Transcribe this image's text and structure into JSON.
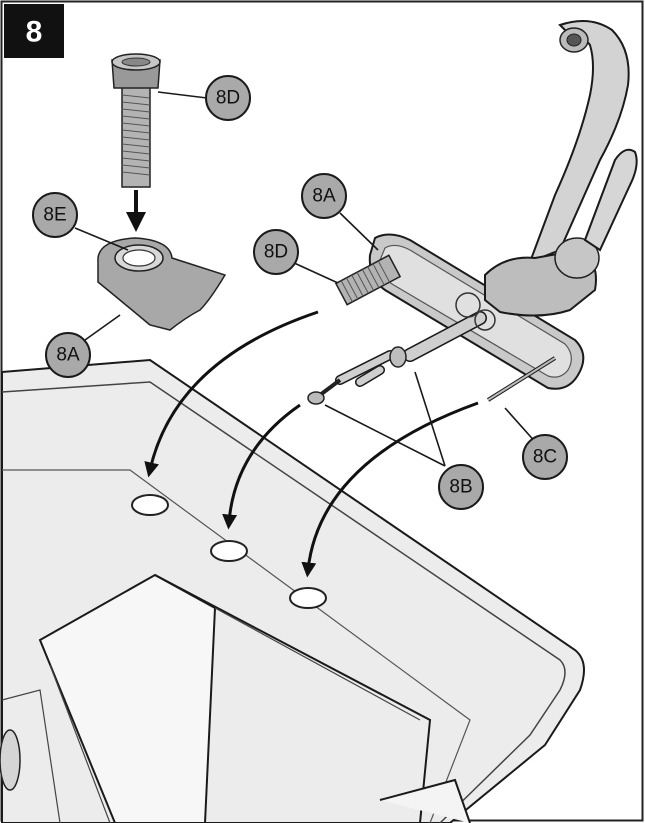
{
  "step": {
    "number": "8"
  },
  "callouts": [
    {
      "id": "8D-top",
      "label": "8D"
    },
    {
      "id": "8E",
      "label": "8E"
    },
    {
      "id": "8A-left",
      "label": "8A"
    },
    {
      "id": "8A-right",
      "label": "8A"
    },
    {
      "id": "8D-right",
      "label": "8D"
    },
    {
      "id": "8B",
      "label": "8B"
    },
    {
      "id": "8C",
      "label": "8C"
    }
  ],
  "colors": {
    "callout_fill": "#a9a9a9",
    "sink_fill": "#ececec",
    "metal": "#b3b3b3",
    "outline": "#1a1a1a",
    "step_box": "#111111"
  }
}
